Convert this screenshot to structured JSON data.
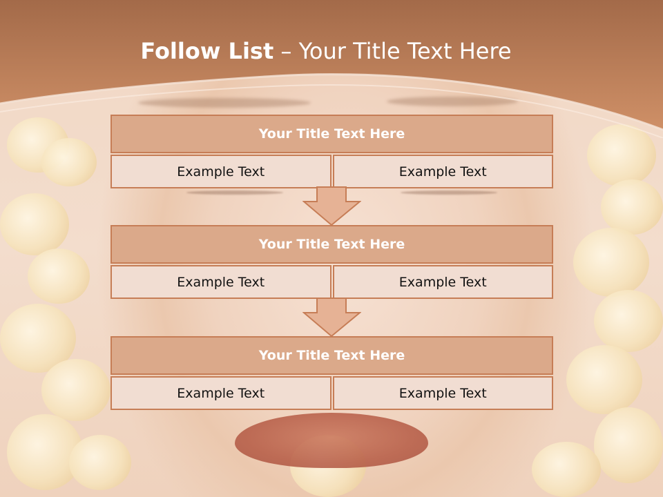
{
  "slide": {
    "title_bold": "Follow List",
    "title_separator": " – ",
    "title_rest": "Your Title Text Here"
  },
  "steps": [
    {
      "title": "Your Title Text Here",
      "left": "Example Text",
      "right": "Example Text"
    },
    {
      "title": "Your Title Text Here",
      "left": "Example Text",
      "right": "Example Text"
    },
    {
      "title": "Your Title Text Here",
      "left": "Example Text",
      "right": "Example Text"
    }
  ],
  "colors": {
    "header_band": "#c98a63",
    "block_header": "#dba98a",
    "block_cell": "#f1ddd2",
    "border": "#c67d56",
    "arrow_fill": "#e6b295"
  }
}
